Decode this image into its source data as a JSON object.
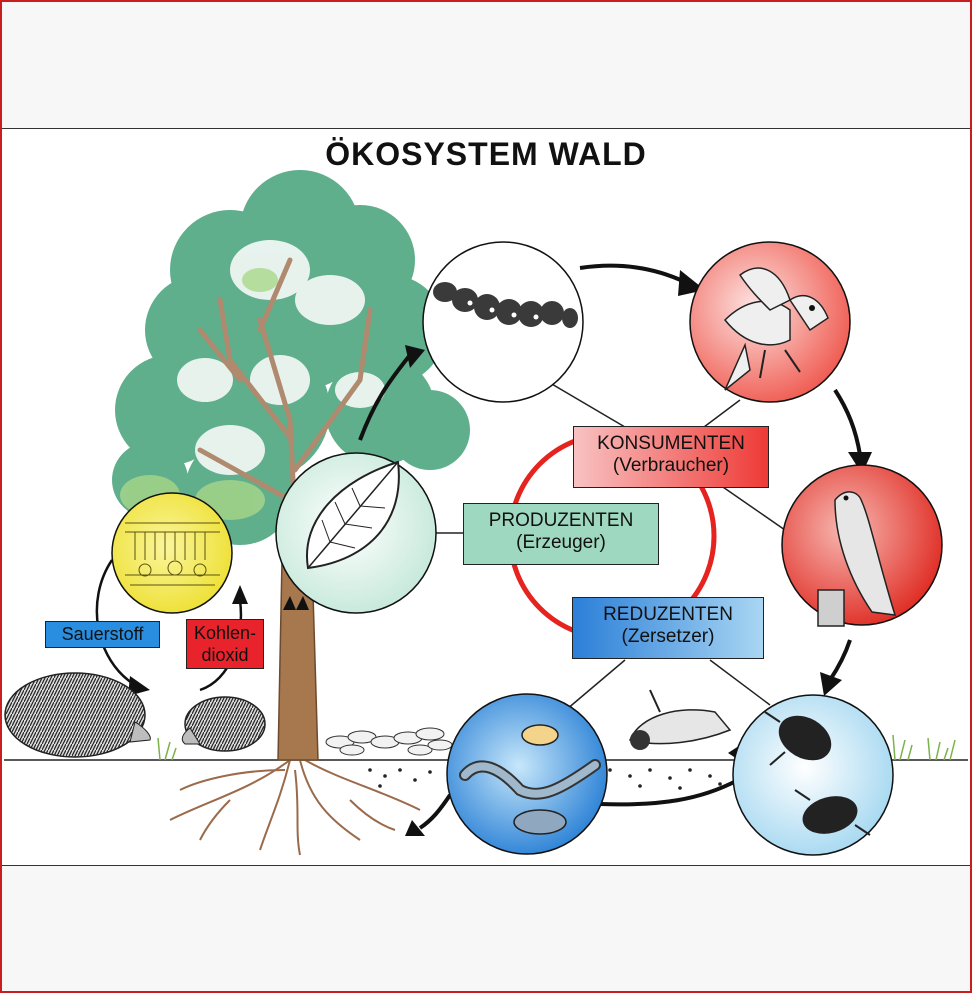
{
  "title": "ÖKOSYSTEM  WALD",
  "labels": {
    "konsumenten": {
      "line1": "KONSUMENTEN",
      "line2": "(Verbraucher)"
    },
    "produzenten": {
      "line1": "PRODUZENTEN",
      "line2": "(Erzeuger)"
    },
    "reduzenten": {
      "line1": "REDUZENTEN",
      "line2": "(Zersetzer)"
    },
    "sauerstoff": "Sauerstoff",
    "kohlendioxid": {
      "line1": "Kohlen-",
      "line2": "dioxid"
    }
  },
  "colors": {
    "frame": "#c81e1e",
    "konsumenten": "#ee3a36",
    "produzenten": "#9fd8c0",
    "reduzenten": "#2b7fd8",
    "sauerstoff": "#2a8ee0",
    "kohlendioxid": "#e8232b",
    "leaf_circle": "#e3f3ec",
    "cell_circle": "#f4e94a",
    "foliage": "#5fae8c"
  },
  "icons": {
    "caterpillar": "caterpillar-icon",
    "songbird": "songbird-icon",
    "falcon": "falcon-icon",
    "beetles": "beetles-icon",
    "soil_animals": "soil-animals-icon",
    "leaf": "leaf-icon",
    "leaf_cells": "leaf-cells-icon",
    "hedgehog": "hedgehog-icon",
    "dead_bird": "dead-bird-icon",
    "tree": "tree-icon"
  }
}
